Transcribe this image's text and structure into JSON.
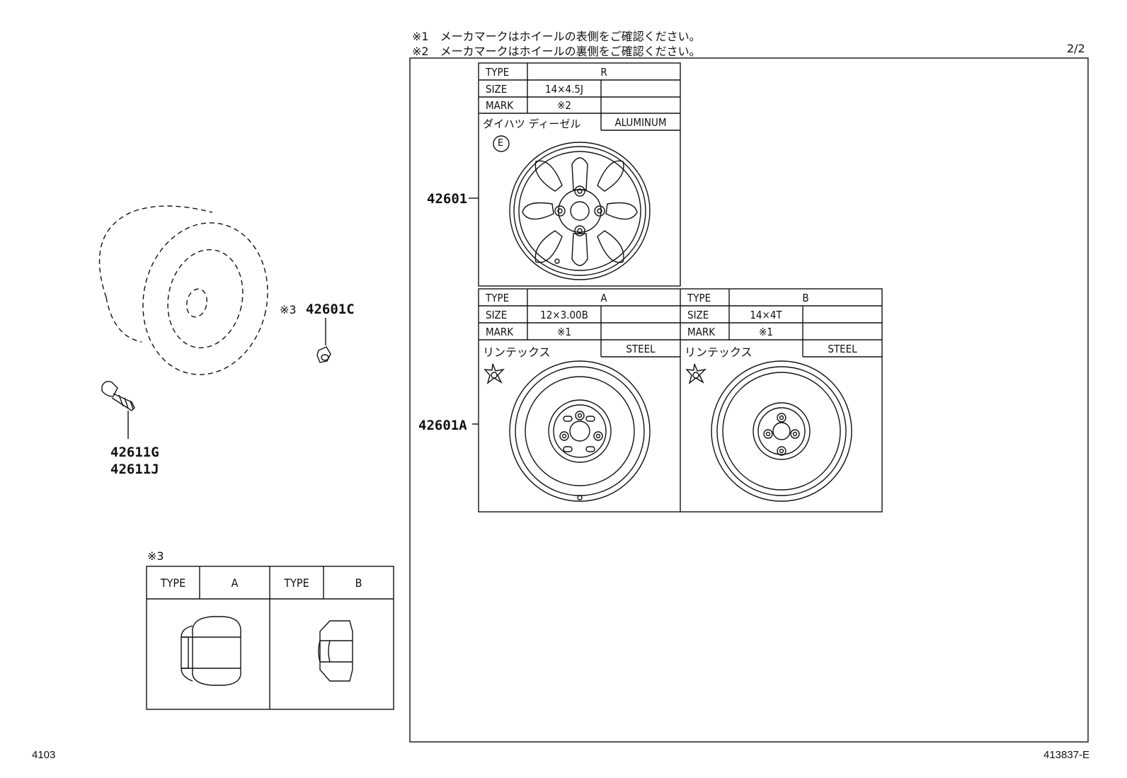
{
  "notes": {
    "note1": "※1　メーカマークはホイールの表側をご確認ください。",
    "note2": "※2　メーカマークはホイールの裏側をご確認ください。"
  },
  "page_indicator": "2/2",
  "part_numbers": {
    "aluminum_wheel": "42601",
    "steel_wheel": "42601A",
    "hub_nut": "42601C",
    "hub_nut_ref": "※3",
    "valve_1": "42611G",
    "valve_2": "42611J"
  },
  "wheel_type_r": {
    "type_label": "TYPE",
    "type_value": "R",
    "size_label": "SIZE",
    "size_value": "14×4.5J",
    "mark_label": "MARK",
    "mark_value": "※2",
    "maker": "ダイハツ ディーゼル",
    "material": "ALUMINUM",
    "symbol": "E"
  },
  "wheel_type_a": {
    "type_label": "TYPE",
    "type_value": "A",
    "size_label": "SIZE",
    "size_value": "12×3.00B",
    "mark_label": "MARK",
    "mark_value": "※1",
    "maker": "リンテックス",
    "material": "STEEL"
  },
  "wheel_type_b": {
    "type_label": "TYPE",
    "type_value": "B",
    "size_label": "SIZE",
    "size_value": "14×4T",
    "mark_label": "MARK",
    "mark_value": "※1",
    "maker": "リンテックス",
    "material": "STEEL"
  },
  "nut_table": {
    "ref": "※3",
    "type_label": "TYPE",
    "type_a": "A",
    "type_b": "B"
  },
  "footer": {
    "left_code": "4103",
    "right_code": "413837-E"
  }
}
